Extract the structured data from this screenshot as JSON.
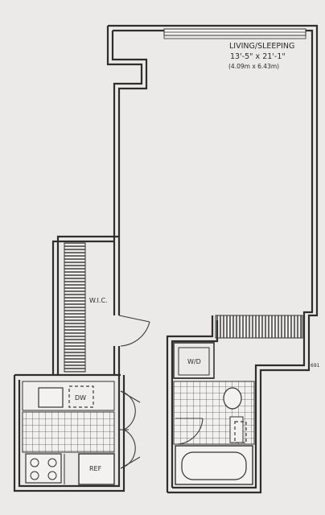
{
  "rooms": {
    "living": {
      "name": "LIVING/SLEEPING",
      "dims_imperial": "13'-5\" x 21'-1\"",
      "dims_metric": "(4.09m x 6.43m)"
    },
    "closet": {
      "name": "W.I.C."
    },
    "laundry": {
      "name": "W/D"
    },
    "kitchen": {
      "dishwasher": "DW",
      "refrigerator": "REF"
    }
  },
  "page_mark": "691"
}
